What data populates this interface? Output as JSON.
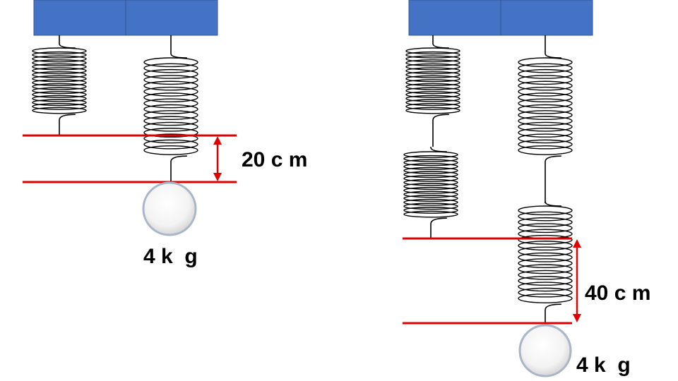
{
  "left_setup": {
    "distance_label": "20 c m",
    "mass_label": "4 k  g"
  },
  "right_setup": {
    "distance_label": "40 c m",
    "mass_label": "4 k  g"
  },
  "colors": {
    "block": "#4472C4",
    "block_edge": "#2F5597",
    "reference_line": "#E00000",
    "spring": "#000000",
    "ball_fill": "#F2F2F2",
    "ball_edge": "#A9B6C8"
  }
}
